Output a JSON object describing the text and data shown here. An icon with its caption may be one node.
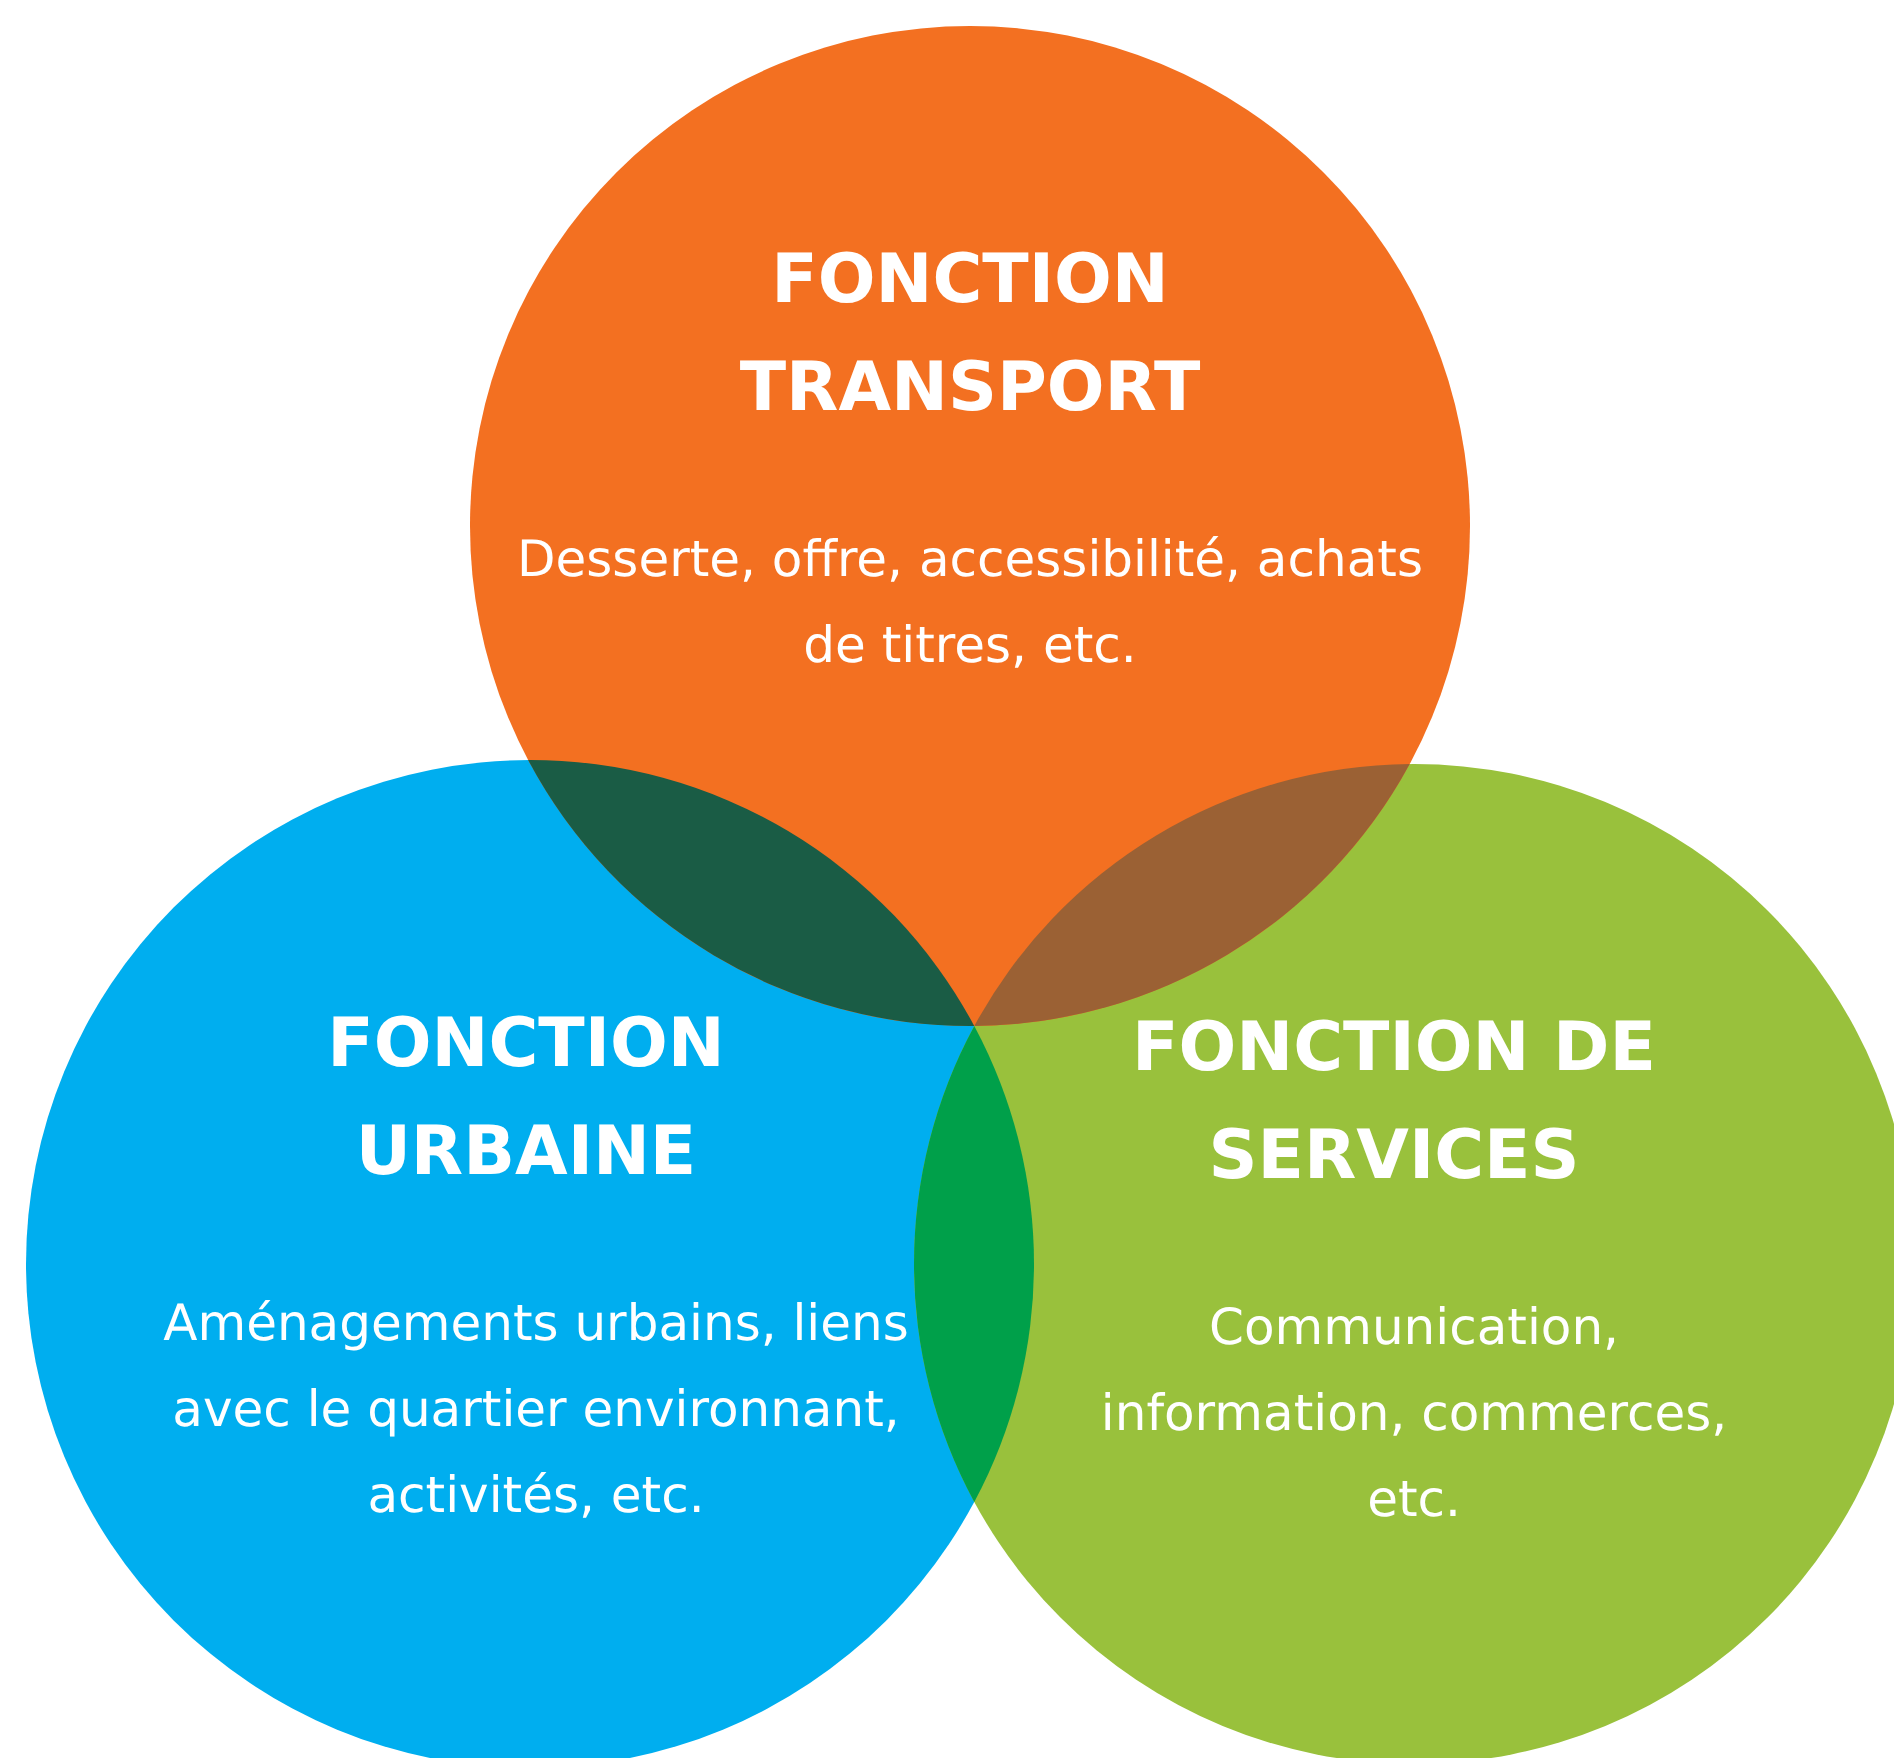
{
  "diagram": {
    "nodes": [
      {
        "text": [
          "FONCTION TRANSPORT",
          "Desserte, offre, accessibilité, achats de titres, etc."
        ]
      },
      {
        "text": [
          "FONCTION URBAINE",
          "Aménagements urbains, liens avec le quartier environnant, activités, etc."
        ]
      },
      {
        "text": [
          "FONCTION DE SERVICES",
          "Communication, information, commerces, etc."
        ]
      }
    ],
    "edges": []
  }
}
